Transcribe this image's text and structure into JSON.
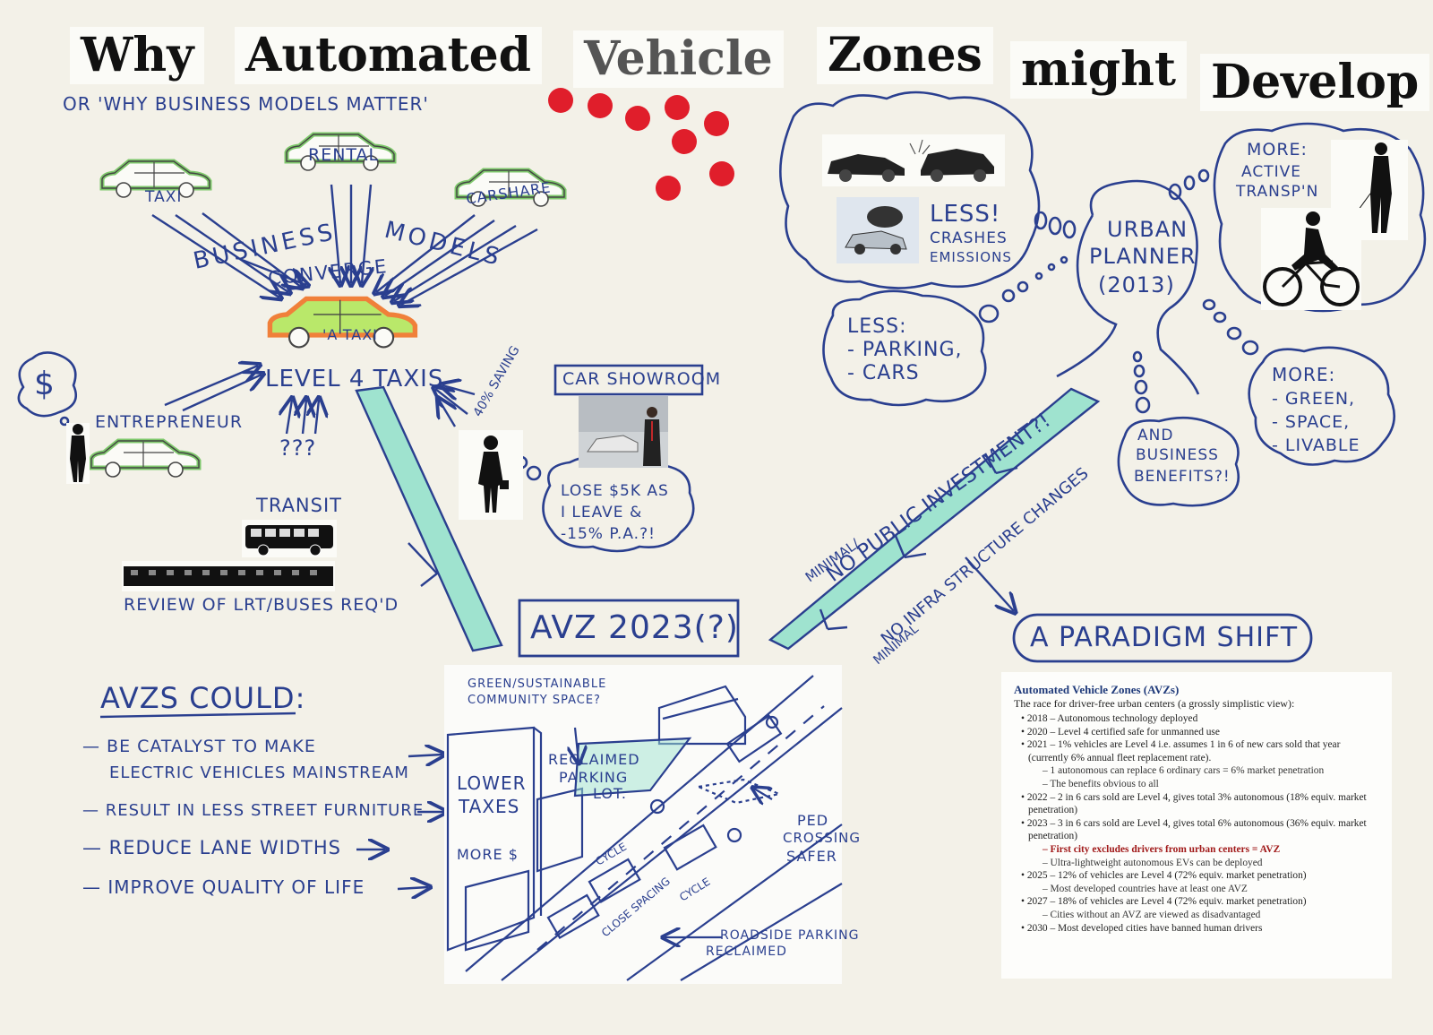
{
  "title": {
    "words": [
      "Why",
      "Automated",
      "Vehicle",
      "Zones",
      "might",
      "Develop"
    ],
    "subtitle": "OR 'WHY BUSINESS MODELS MATTER'"
  },
  "business_models": {
    "cars": [
      "TAXI",
      "RENTAL",
      "CARSHARE"
    ],
    "label_business": "BUSINESS",
    "label_models": "MODELS",
    "label_converge": "CONVERGE",
    "ataxi": "'A'TAXI",
    "level4": "LEVEL 4 TAXIS",
    "dollar": "$",
    "entrepreneur": "ENTREPRENEUR",
    "question_marks": "???",
    "transit": "TRANSIT",
    "review": "REVIEW OF LRT/BUSES REQ'D",
    "saving": "40% SAVING",
    "showroom": "CAR SHOWROOM",
    "lose_lines": [
      "LOSE $5K AS",
      "I LEAVE &",
      "-15% P.A.?!"
    ]
  },
  "planner": {
    "urban_planner": [
      "URBAN",
      "PLANNER",
      "(2013)"
    ],
    "less_crashes": [
      "LESS!",
      "CRASHES",
      "EMISSIONS"
    ],
    "less_parking": [
      "LESS:",
      "- PARKING,",
      "- CARS"
    ],
    "more_active": [
      "MORE:",
      "ACTIVE",
      "TRANSP'N"
    ],
    "more_green": [
      "MORE:",
      "- GREEN,",
      "- SPACE,",
      "- LIVABLE"
    ],
    "business_benefits": [
      "AND",
      "BUSINESS",
      "BENEFITS?!"
    ],
    "minimal_1": "MINIMAL/",
    "no_public": "NO PUBLIC INVESTMENT?!",
    "minimal_2": "MINIMAL",
    "no_infra": "NO INFRA STRUCTURE CHANGES",
    "paradigm": "A PARADIGM SHIFT"
  },
  "avz": {
    "title": "AVZ 2023(?)",
    "could_title": "AVZs COULD:",
    "could_items": [
      [
        "— BE CATALYST TO MAKE",
        "ELECTRIC VEHICLES MAINSTREAM"
      ],
      [
        "— RESULT IN LESS STREET FURNITURE"
      ],
      [
        "— REDUCE LANE WIDTHS"
      ],
      [
        "— IMPROVE QUALITY OF LIFE"
      ]
    ],
    "sketch": {
      "green_space": [
        "GREEN/SUSTAINABLE",
        "COMMUNITY SPACE?"
      ],
      "reclaimed_lot": [
        "RECLAIMED",
        "PARKING",
        "LOT."
      ],
      "lower_taxes": [
        "LOWER",
        "TAXES"
      ],
      "more_money": "MORE $",
      "cycle_1": "CYCLE",
      "cycle_2": "CYCLE",
      "close_spacing": "CLOSE SPACING",
      "ped_crossing": [
        "PED",
        "CROSSING",
        "SAFER"
      ],
      "roadside": [
        "ROADSIDE PARKING",
        "RECLAIMED"
      ]
    }
  },
  "timeline": {
    "title": "Automated Vehicle Zones (AVZs)",
    "subtitle": "The race for driver-free urban centers (a grossly simplistic view):",
    "items": [
      {
        "level": 1,
        "text": "2018 – Autonomous technology deployed"
      },
      {
        "level": 1,
        "text": "2020 – Level 4 certified safe for unmanned use"
      },
      {
        "level": 1,
        "text": "2021 – 1% vehicles are Level 4 i.e. assumes 1 in 6 of new cars sold that year (currently 6% annual fleet replacement rate)."
      },
      {
        "level": 2,
        "text": "1 autonomous can replace 6 ordinary cars = 6% market penetration"
      },
      {
        "level": 2,
        "text": "The benefits obvious to all"
      },
      {
        "level": 1,
        "text": "2022 – 2 in 6 cars sold are Level 4, gives total 3% autonomous (18% equiv. market penetration)"
      },
      {
        "level": 1,
        "text": "2023 – 3 in 6 cars sold are Level 4, gives total 6% autonomous (36% equiv. market penetration)"
      },
      {
        "level": 2,
        "text": "First city excludes drivers from urban centers = AVZ",
        "highlight": true
      },
      {
        "level": 2,
        "text": "Ultra-lightweight autonomous EVs can be deployed"
      },
      {
        "level": 1,
        "text": "2025 – 12% of vehicles are Level 4 (72% equiv. market penetration)"
      },
      {
        "level": 2,
        "text": "Most developed countries have at least one AVZ"
      },
      {
        "level": 1,
        "text": "2027 – 18% of vehicles are Level 4 (72% equiv. market penetration)"
      },
      {
        "level": 2,
        "text": "Cities without an AVZ are viewed as disadvantaged"
      },
      {
        "level": 1,
        "text": "2030 – Most developed cities have banned human drivers"
      }
    ]
  },
  "colors": {
    "ink": "#2a3f8f",
    "dots": "#e01e2b",
    "car_outline": "#7ec86b",
    "highlighter": "#9fe3cf",
    "ataxi_fill": "#b9e86a",
    "ataxi_outline": "#f0803a"
  },
  "icons": [
    "car-icon",
    "taxi-icon",
    "bus-icon",
    "train-icon",
    "bicycle-icon",
    "person-silhouette-icon",
    "crash-photo-icon",
    "showroom-photo-icon"
  ]
}
